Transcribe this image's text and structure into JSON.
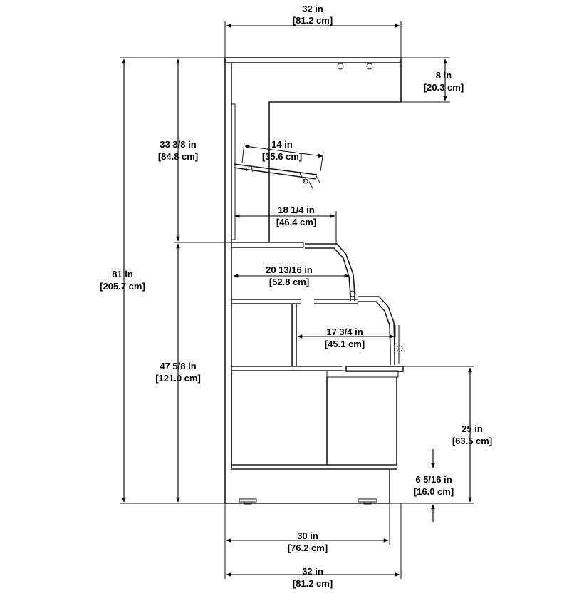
{
  "dimensions": {
    "top_width": {
      "imperial": "32 in",
      "metric": "[81.2 cm]"
    },
    "canopy_height": {
      "imperial": "8 in",
      "metric": "[20.3 cm]"
    },
    "upper_section_height": {
      "imperial": "33 3/8 in",
      "metric": "[84.8 cm]"
    },
    "total_height": {
      "imperial": "81 in",
      "metric": "[205.7 cm]"
    },
    "lower_section_height": {
      "imperial": "47 5/8 in",
      "metric": "[121.0 cm]"
    },
    "upper_shelf_depth": {
      "imperial": "14 in",
      "metric": "[35.6 cm]"
    },
    "upper_clearance_depth": {
      "imperial": "18 1/4 in",
      "metric": "[46.4 cm]"
    },
    "middle_shelf_depth": {
      "imperial": "20 13/16 in",
      "metric": "[52.8 cm]"
    },
    "lower_shelf_depth": {
      "imperial": "17 3/4 in",
      "metric": "[45.1 cm]"
    },
    "counter_height": {
      "imperial": "25 in",
      "metric": "[63.5 cm]"
    },
    "base_height": {
      "imperial": "6 5/16 in",
      "metric": "[16.0 cm]"
    },
    "base_width": {
      "imperial": "30 in",
      "metric": "[76.2 cm]"
    },
    "bottom_width": {
      "imperial": "32 in",
      "metric": "[81.2 cm]"
    }
  }
}
